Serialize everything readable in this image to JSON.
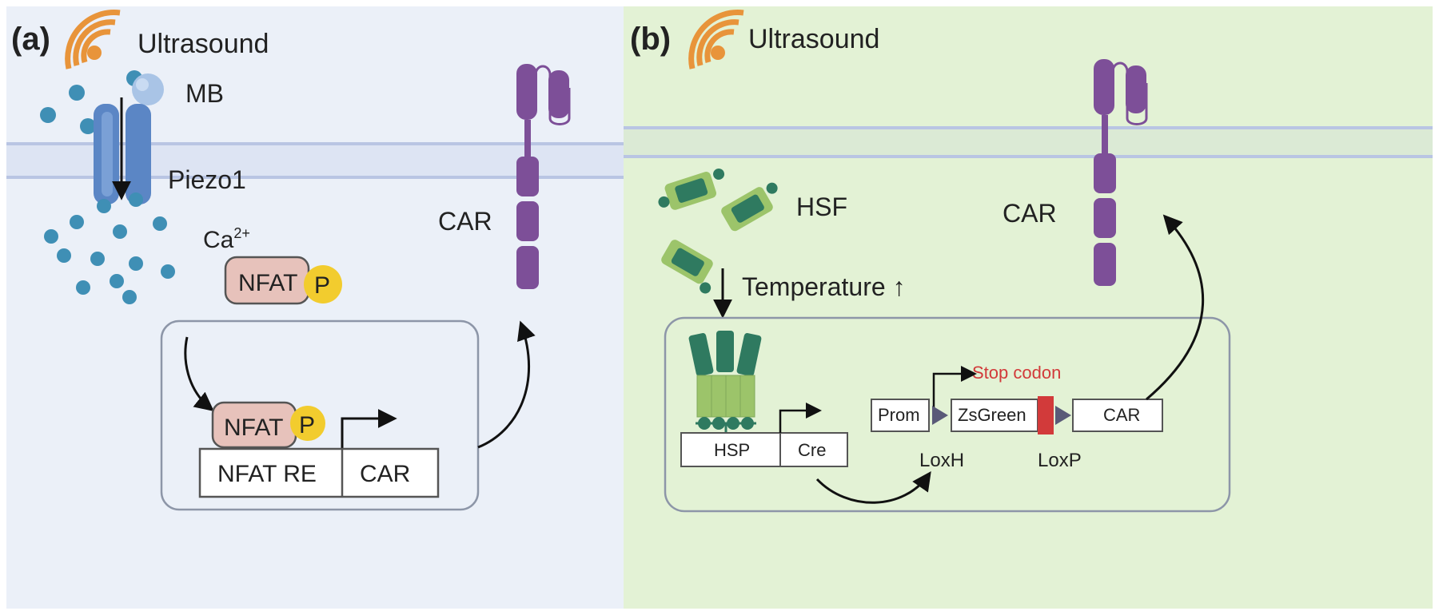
{
  "panel_a": {
    "letter": "(a)",
    "ultrasound": "Ultrasound",
    "mb": "MB",
    "piezo": "Piezo1",
    "ca": "Ca",
    "ca_charge": "2+",
    "nfat_free": "NFAT",
    "p_free": "P",
    "car_membrane": "CAR",
    "nfat_bound": "NFAT",
    "p_bound": "P",
    "box_nfat_re": "NFAT RE",
    "box_car": "CAR"
  },
  "panel_b": {
    "letter": "(b)",
    "ultrasound": "Ultrasound",
    "hsf": "HSF",
    "car_membrane": "CAR",
    "temperature": "Temperature ↑",
    "hsp": "HSP",
    "cre": "Cre",
    "stop_codon": "Stop codon",
    "prom": "Prom",
    "zsgreen": "ZsGreen",
    "car_box": "CAR",
    "loxh": "LoxH",
    "loxp": "LoxP"
  },
  "colors": {
    "panel_a_bg": "#ebf0f8",
    "panel_b_bg": "#e3f2d5",
    "membrane": "#c3cde6",
    "ultrasound": "#e8943a",
    "piezo": "#5b86c5",
    "calcium": "#3f8fb5",
    "nfat": "#e7c2bb",
    "phosphate": "#f2cc2e",
    "car": "#7d4f98",
    "hsf_dark": "#2f7a60",
    "hsf_light": "#9cc46a",
    "stop_codon": "#d23a3a"
  }
}
